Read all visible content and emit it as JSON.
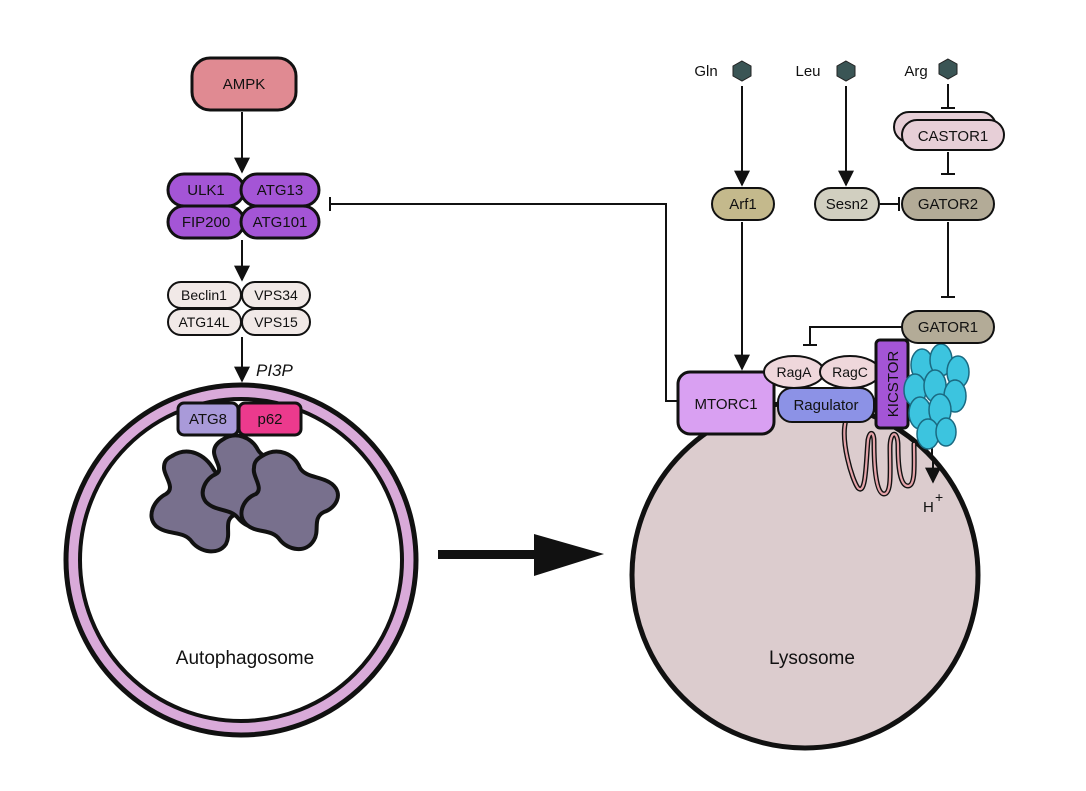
{
  "colors": {
    "ampk": "#e08a92",
    "ulk_complex": "#a455d6",
    "pi3k_complex": "#f1e9e7",
    "atg8": "#a99ad9",
    "p62": "#ec3a8d",
    "cargo": "#78708d",
    "autophagosome_ring": "#d9aad9",
    "lysosome": "#dcccce",
    "mtorc1": "#d9a0f2",
    "rag": "#efd7db",
    "ragulator": "#8c92e6",
    "kicstor": "#a455d6",
    "vatpase": "#3cc4df",
    "arf1": "#c4b98c",
    "sesn2": "#d1cfc0",
    "gator": "#b3ab97",
    "castor1": "#e7cfd7",
    "amino_acid": "#3a5555"
  },
  "left": {
    "ampk": "AMPK",
    "ulk1": "ULK1",
    "atg13": "ATG13",
    "fip200": "FIP200",
    "atg101": "ATG101",
    "beclin1": "Beclin1",
    "vps34": "VPS34",
    "atg14l": "ATG14L",
    "vps15": "VPS15",
    "pi3p": "PI3P",
    "atg8": "ATG8",
    "p62": "p62",
    "autophagosome": "Autophagosome"
  },
  "right": {
    "gln": "Gln",
    "leu": "Leu",
    "arg": "Arg",
    "arf1": "Arf1",
    "sesn2": "Sesn2",
    "castor1": "CASTOR1",
    "gator2": "GATOR2",
    "gator1": "GATOR1",
    "mtorc1": "MTORC1",
    "raga": "RagA",
    "ragc": "RagC",
    "ragulator": "Ragulator",
    "kicstor": "KICSTOR",
    "proton": "H",
    "proton_charge": "+",
    "lysosome": "Lysosome"
  }
}
